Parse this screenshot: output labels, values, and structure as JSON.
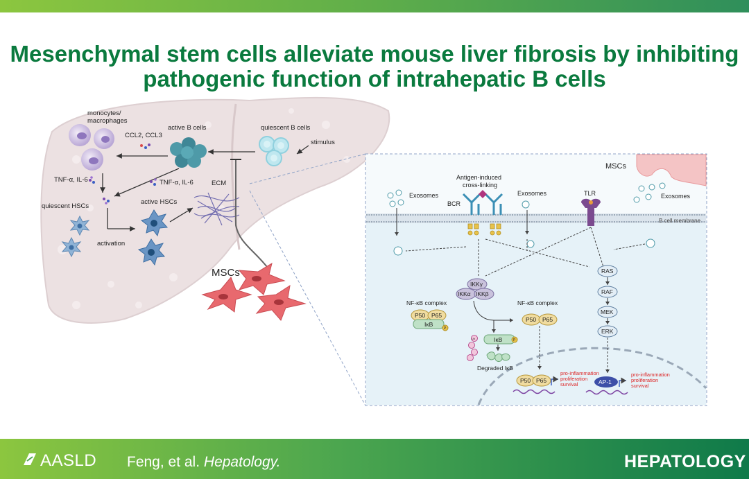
{
  "header": {
    "title_line1": "Mesenchymal stem cells alleviate mouse liver fibrosis by inhibiting",
    "title_line2": "pathogenic function of intrahepatic B cells"
  },
  "liver": {
    "monocytes": "monocytes/",
    "macrophages": "macrophages",
    "active_b_cells": "active B cells",
    "ccl": "CCL2, CCL3",
    "quiescent_b_cells": "quiescent B cells",
    "stimulus": "stimulus",
    "tnf_left": "TNF-α, IL-6",
    "tnf_center": "TNF-α, IL-6",
    "ecm": "ECM",
    "quiescent_hscs": "quiescent HSCs",
    "active_hscs": "active HSCs",
    "activation": "activation",
    "mscs": "MSCs"
  },
  "pathway": {
    "mscs": "MSCs",
    "antigen_line1": "Antigen-induced",
    "antigen_line2": "cross-linking",
    "bcr": "BCR",
    "exosomes_left": "Exosomes",
    "exosomes_mid": "Exosomes",
    "exosomes_right": "Exosomes",
    "tlr": "TLR",
    "membrane": "B cell membrane",
    "ikk_gamma": "IKKγ",
    "ikk_alpha": "IKKα",
    "ikk_beta": "IKKβ",
    "nfkb_complex_left": "NF-κB complex",
    "nfkb_complex_right": "NF-κB complex",
    "p50": "P50",
    "p65": "P65",
    "ikb": "IκB",
    "degraded": "Degraded IκB",
    "ras": "RAS",
    "raf": "RAF",
    "mek": "MEK",
    "erk": "ERK",
    "ap1": "AP-1",
    "out1_line1": "pro-inflammation",
    "out1_line2": "proliferation",
    "out1_line3": "survival",
    "out2_line1": "pro-inflammation",
    "out2_line2": "proliferation",
    "out2_line3": "survival",
    "p_label": "P",
    "ub_label": "Ub"
  },
  "footer": {
    "logo": "AASLD",
    "citation": "Feng, et al.",
    "citation_journal": "Hepatology.",
    "journal": "HEPATOLOGY"
  },
  "colors": {
    "title": "#0a7a3e",
    "liver": "#ece1e2",
    "panel": "#eaf4fa",
    "msc": "#e8696e",
    "b_cell": "#4e9aa8",
    "hsc": "#3d6ea3"
  }
}
